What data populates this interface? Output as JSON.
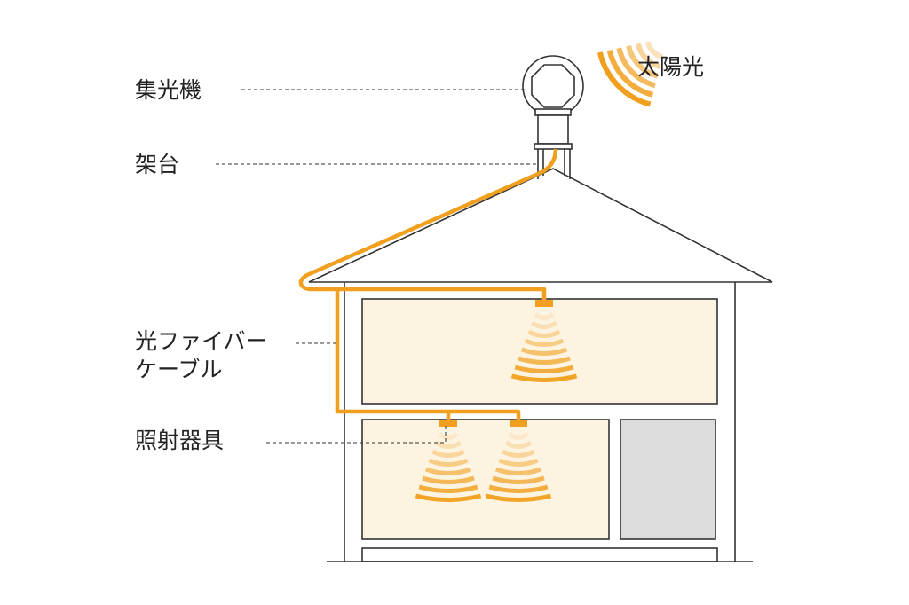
{
  "labels": {
    "collector": "集光機",
    "stand": "架台",
    "cable_line1": "光ファイバー",
    "cable_line2": "ケーブル",
    "fixture": "照射器具",
    "sunlight": "太陽光"
  },
  "colors": {
    "cable": "#f0a01e",
    "room": "#fdf3e1",
    "storage": "#dcdcdc",
    "line": "#333333"
  }
}
